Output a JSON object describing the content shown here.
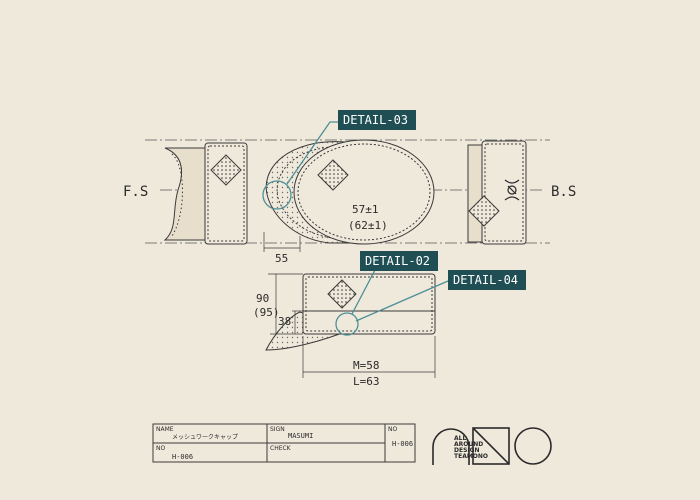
{
  "labels": {
    "front_side": "F.S",
    "back_side": "B.S",
    "detail_03": "DETAIL-03",
    "detail_02": "DETAIL-02",
    "detail_04": "DETAIL-04"
  },
  "dimensions": {
    "top_dim_main": "57±1",
    "top_dim_alt": "(62±1)",
    "brim_offset": "55",
    "height_main": "90",
    "height_alt": "(95)",
    "band_height": "38",
    "size_m": "M=58",
    "size_l": "L=63"
  },
  "title_block": {
    "name_label": "NAME",
    "name_value": "メッシュワークキャップ",
    "sign_label": "SIGN",
    "sign_value": "MASUMI",
    "no_label_top": "NO",
    "no_value_top": "H-006",
    "no_label_left": "NO",
    "no_value_left": "H-006",
    "check_label": "CHECK"
  },
  "logo": {
    "line1": "ALL",
    "line2": "AROUND",
    "line3": "DESIGN",
    "line4": "TEAMONO"
  },
  "colors": {
    "background": "#efe9dc",
    "ink": "#3a3a3a",
    "tag": "#1f4f55",
    "accent": "#4d8f96"
  }
}
